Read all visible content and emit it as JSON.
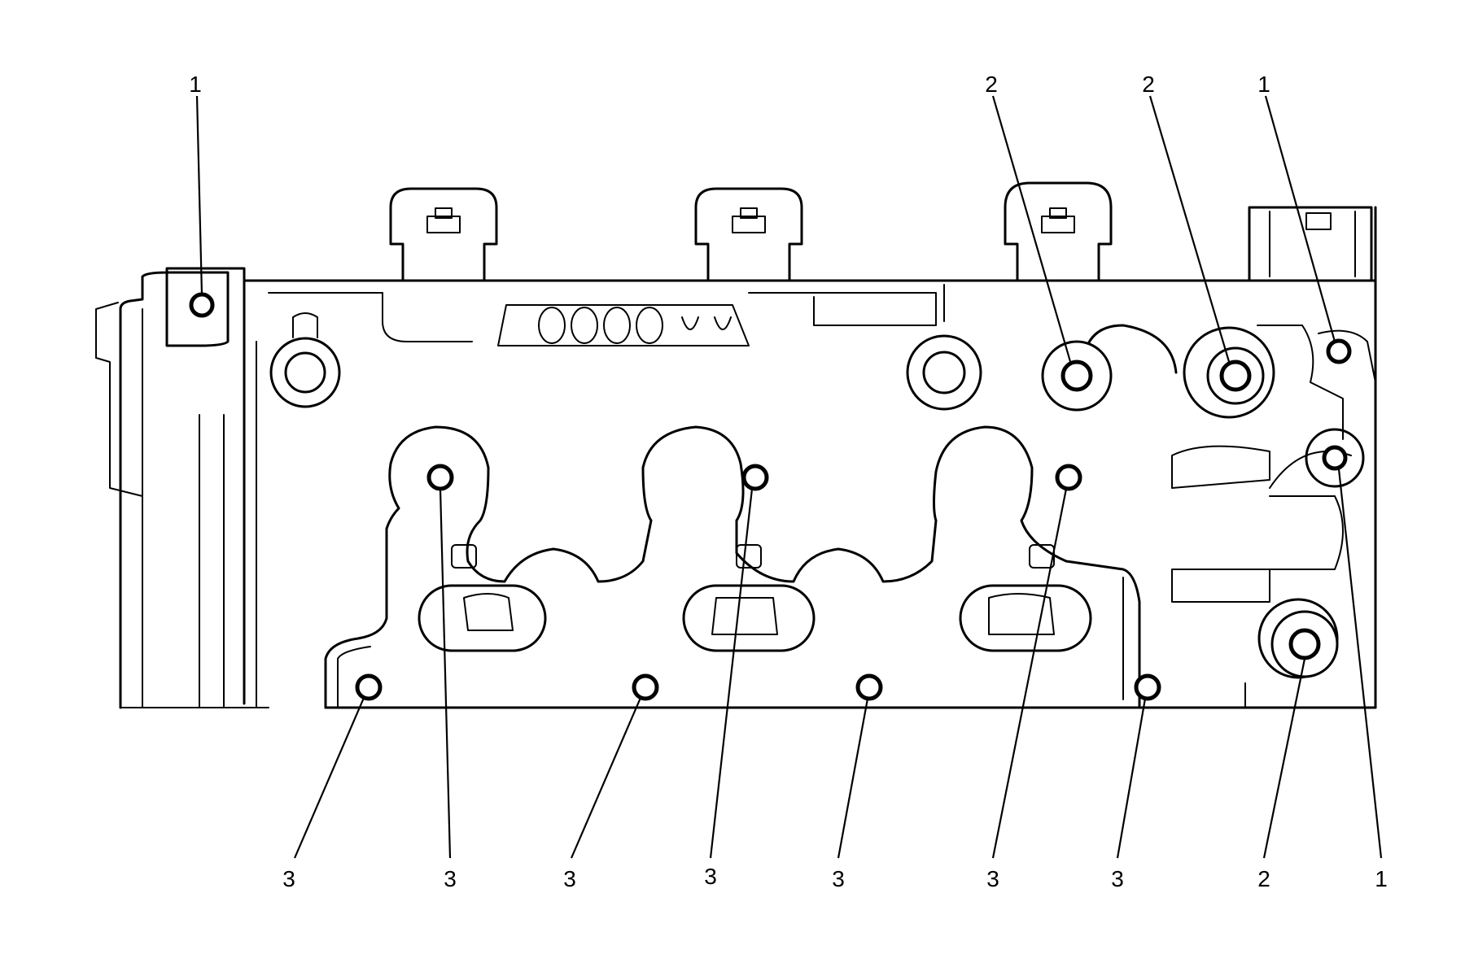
{
  "figure": {
    "type": "cylinder head bolt/hole callout diagram",
    "line_color": "#000000",
    "background_color": "#ffffff"
  },
  "callouts": {
    "top_left_1": "1",
    "top_2_a": "2",
    "top_2_b": "2",
    "top_right_1": "1",
    "bottom_3_a": "3",
    "bottom_3_b": "3",
    "bottom_3_c": "3",
    "bottom_3_d": "3",
    "bottom_3_e": "3",
    "bottom_3_f": "3",
    "bottom_3_g": "3",
    "bottom_2": "2",
    "bottom_1": "1"
  }
}
